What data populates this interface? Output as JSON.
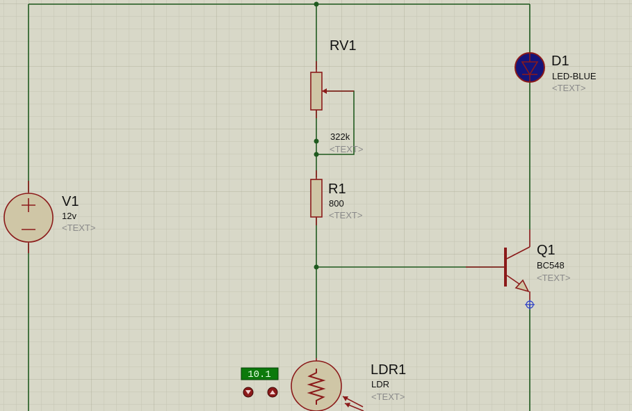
{
  "components": {
    "rv1": {
      "ref": "RV1",
      "value": "322k",
      "text": "<TEXT>"
    },
    "d1": {
      "ref": "D1",
      "value": "LED-BLUE",
      "text": "<TEXT>"
    },
    "v1": {
      "ref": "V1",
      "value": "12v",
      "text": "<TEXT>"
    },
    "r1": {
      "ref": "R1",
      "value": "800",
      "text": "<TEXT>"
    },
    "q1": {
      "ref": "Q1",
      "value": "BC548",
      "text": "<TEXT>"
    },
    "ldr1": {
      "ref": "LDR1",
      "value": "LDR",
      "text": "<TEXT>"
    }
  },
  "ldr_control": {
    "display": "10.1"
  },
  "colors": {
    "background": "#d8d8c8",
    "grid_minor": "#c4c4b2",
    "grid_major": "#b3b3a0",
    "wire": "#1f5a1f",
    "component": "#8b1a1a",
    "component_body": "#cfc6a6",
    "led_fill": "#14147a"
  }
}
